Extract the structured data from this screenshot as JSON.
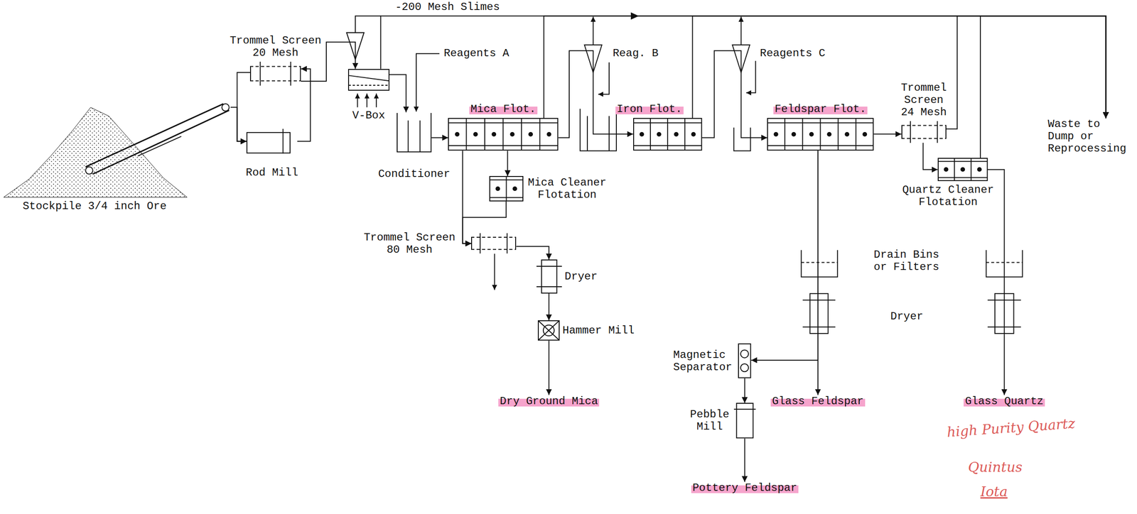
{
  "diagram": {
    "nodes": [
      {
        "text": [
          "Stockpile 3/4 inch Ore"
        ]
      },
      {
        "text": [
          "Trommel Screen 20 Mesh"
        ]
      },
      {
        "text": [
          "Rod Mill"
        ]
      },
      {
        "text": [
          "V-Box"
        ]
      },
      {
        "text": [
          "Conditioner"
        ]
      },
      {
        "text": [
          "Mica Flot."
        ]
      },
      {
        "text": [
          "Mica Cleaner Flotation"
        ]
      },
      {
        "text": [
          "Trommel Screen 80 Mesh"
        ]
      },
      {
        "text": [
          "Dryer"
        ]
      },
      {
        "text": [
          "Hammer Mill"
        ]
      },
      {
        "text": [
          "Dry Ground Mica"
        ]
      },
      {
        "text": [
          "Iron Flot."
        ]
      },
      {
        "text": [
          "Feldspar Flot."
        ]
      },
      {
        "text": [
          "Trommel Screen 24 Mesh"
        ]
      },
      {
        "text": [
          "Quartz Cleaner Flotation"
        ]
      },
      {
        "text": [
          "Magnetic Separator"
        ]
      },
      {
        "text": [
          "Glass Feldspar"
        ]
      },
      {
        "text": [
          "Pebble Mill"
        ]
      },
      {
        "text": [
          "Pottery Feldspar"
        ]
      },
      {
        "text": [
          "Glass Quartz"
        ]
      },
      {
        "text": [
          "Waste to Dump or Reprocessing"
        ]
      }
    ],
    "edges": [
      {
        "from": 0,
        "to": 2,
        "arrow": "to"
      },
      {
        "from": 2,
        "to": 1,
        "arrow": "to"
      },
      {
        "from": 1,
        "to": 2,
        "arrow": "to"
      },
      {
        "from": 1,
        "to": 3,
        "arrow": "to"
      },
      {
        "from": 3,
        "to": 4,
        "arrow": "to"
      },
      {
        "from": 3,
        "to": 20,
        "arrow": "to"
      },
      {
        "from": 4,
        "to": 5,
        "arrow": "to"
      },
      {
        "from": 5,
        "to": 20,
        "arrow": "to"
      },
      {
        "from": 5,
        "to": 6,
        "arrow": "to"
      },
      {
        "from": 5,
        "to": 7,
        "arrow": "to"
      },
      {
        "from": 6,
        "to": 7,
        "arrow": "to"
      },
      {
        "from": 7,
        "to": 8,
        "arrow": "to"
      },
      {
        "from": 8,
        "to": 9,
        "arrow": "to"
      },
      {
        "from": 9,
        "to": 10,
        "arrow": "to"
      },
      {
        "from": 5,
        "to": 11,
        "arrow": "to"
      },
      {
        "from": 11,
        "to": 20,
        "arrow": "to"
      },
      {
        "from": 11,
        "to": 12,
        "arrow": "to"
      },
      {
        "from": 12,
        "to": 16,
        "arrow": "to"
      },
      {
        "from": 12,
        "to": 15,
        "arrow": "to"
      },
      {
        "from": 15,
        "to": 17,
        "arrow": "to"
      },
      {
        "from": 17,
        "to": 18,
        "arrow": "to"
      },
      {
        "from": 12,
        "to": 13,
        "arrow": "to"
      },
      {
        "from": 13,
        "to": 20,
        "arrow": "to"
      },
      {
        "from": 13,
        "to": 14,
        "arrow": "to"
      },
      {
        "from": 14,
        "to": 20,
        "arrow": "to"
      },
      {
        "from": 14,
        "to": 19,
        "arrow": "to"
      }
    ],
    "labels": [
      "-200 Mesh Slimes",
      "Reagents A",
      "Reag. B",
      "Reagents C",
      "Drain Bins or Filters",
      "Dryer",
      "high Purity Quartz",
      "Quintus",
      "Iota"
    ]
  }
}
